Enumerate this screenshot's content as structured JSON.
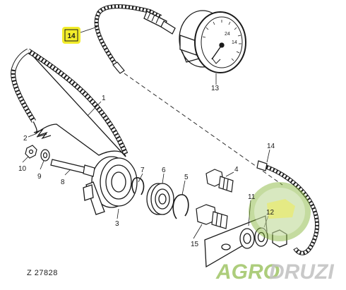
{
  "diagram": {
    "reference": "Z 27828",
    "highlighted_callout": "14",
    "callouts": {
      "c1": "1",
      "c2": "2",
      "c3": "3",
      "c4": "4",
      "c5": "5",
      "c6": "6",
      "c7": "7",
      "c8": "8",
      "c9": "9",
      "c10": "10",
      "c11": "11",
      "c12": "12",
      "c13": "13",
      "c14": "14",
      "c15": "15"
    },
    "gauge_numbers": {
      "g1": "24",
      "g2": "14"
    }
  },
  "watermark": {
    "text_part1": "AGRO",
    "text_part2": "DRUZI",
    "color_part1": "#7fb032",
    "color_part2": "#b9b9b9"
  },
  "colors": {
    "highlight": "#f2ec2a",
    "line": "#1a1a1a"
  }
}
